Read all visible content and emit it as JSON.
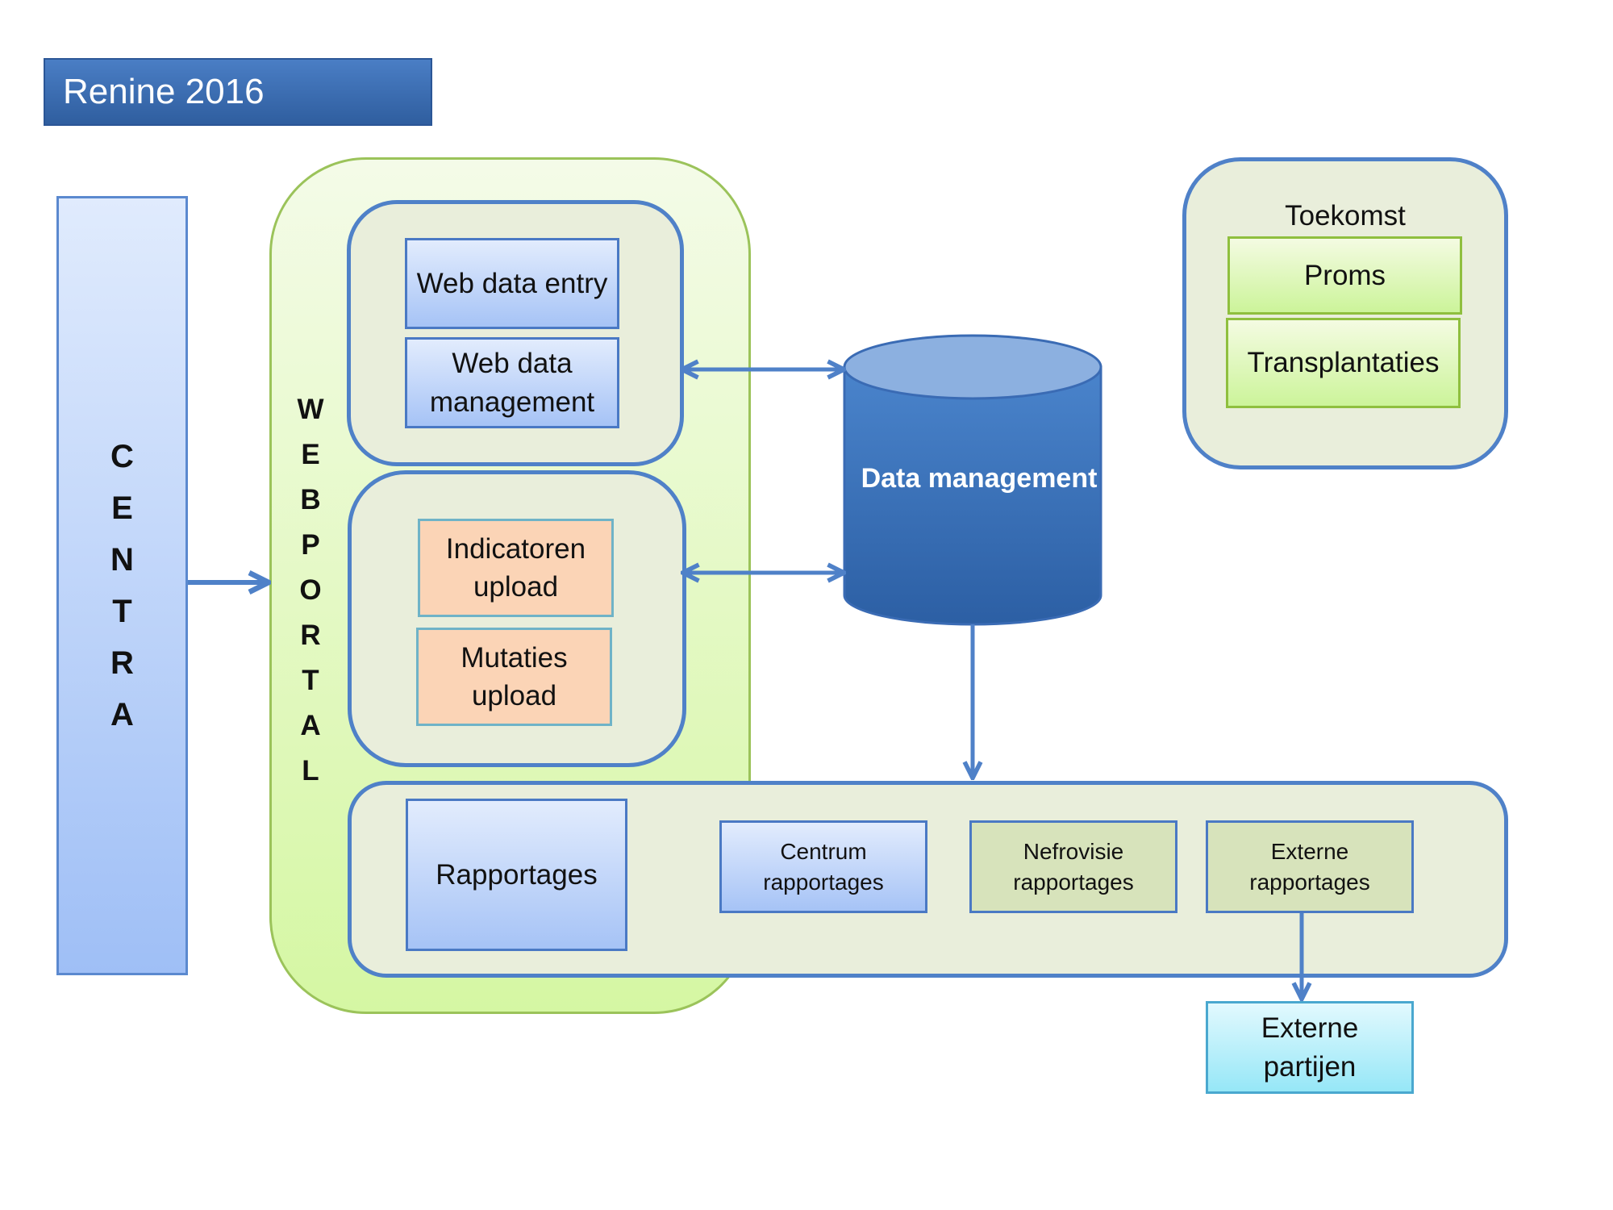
{
  "title": "Renine 2016",
  "centra": {
    "letters": [
      "C",
      "E",
      "N",
      "T",
      "R",
      "A"
    ]
  },
  "webportal": {
    "letters": [
      "W",
      "E",
      "B",
      "P",
      "O",
      "R",
      "T",
      "A",
      "L"
    ]
  },
  "web_group": {
    "entry": "Web data entry",
    "management": "Web data management"
  },
  "upload_group": {
    "indicatoren": "Indicatoren upload",
    "mutaties": "Mutaties upload"
  },
  "database": {
    "label": "Data management"
  },
  "rapport_group": {
    "main": "Rapportages",
    "centrum": "Centrum rapportages",
    "nefrovisie": "Nefrovisie rapportages",
    "externe": "Externe rapportages"
  },
  "externe_partijen": "Externe partijen",
  "toekomst": {
    "label": "Toekomst",
    "proms": "Proms",
    "transplantaties": "Transplantaties"
  },
  "colors": {
    "arrow": "#4f81c8",
    "db_top": "#8cb0e0",
    "db_body": "#3a72be"
  }
}
